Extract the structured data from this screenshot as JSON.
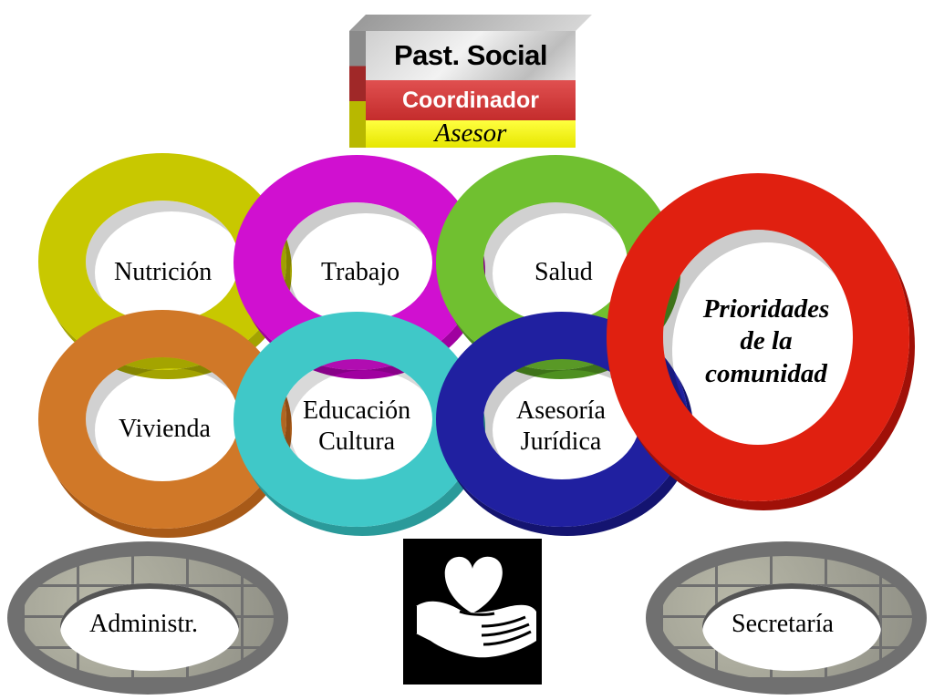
{
  "header": {
    "band1": "Past. Social",
    "band2": "Coordinador",
    "band3": "Asesor"
  },
  "rings": {
    "nutricion": "Nutrición",
    "trabajo": "Trabajo",
    "salud": "Salud",
    "vivienda": "Vivienda",
    "educacion_line1": "Educación",
    "educacion_line2": "Cultura",
    "asesoria_line1": "Asesoría",
    "asesoria_line2": "Jurídica",
    "prioridades_line1": "Prioridades",
    "prioridades_line2": "de la",
    "prioridades_line3": "comunidad"
  },
  "bottom": {
    "left": "Administr.",
    "right": "Secretaría"
  },
  "colors": {
    "yellow": "#c8c800",
    "magenta": "#d010d0",
    "green": "#70c030",
    "orange": "#d07828",
    "cyan": "#40c8c8",
    "blue": "#2020a0",
    "red": "#e02010",
    "gray": "#707070"
  },
  "icons": {
    "center": "heart-in-hand-icon"
  }
}
